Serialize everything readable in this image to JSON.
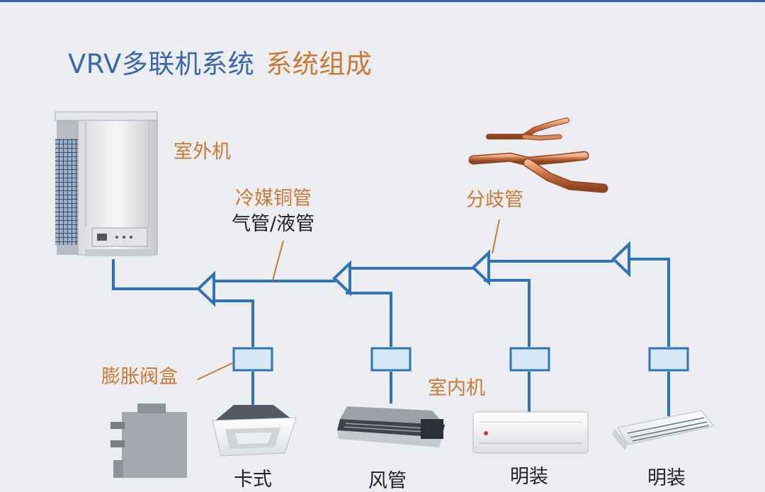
{
  "title": {
    "main": "VRV多联机系统",
    "sub": "系统组成"
  },
  "labels": {
    "outdoor_unit": "室外机",
    "copper_pipe": "冷媒铜管",
    "gas_liquid_pipe": "气管/液管",
    "branch_pipe": "分歧管",
    "expansion_valve_box": "膨胀阀盒",
    "indoor_unit": "室内机",
    "cassette_type": "卡式",
    "duct_type": "风管",
    "wall_type_1": "明装",
    "wall_type_2": "明装"
  },
  "colors": {
    "pipe": "#2f73b8",
    "valve_fill": "#d5e8f6",
    "label_orange": "#c97a35",
    "title_blue": "#3a68ad",
    "background": "#ecedf0"
  }
}
